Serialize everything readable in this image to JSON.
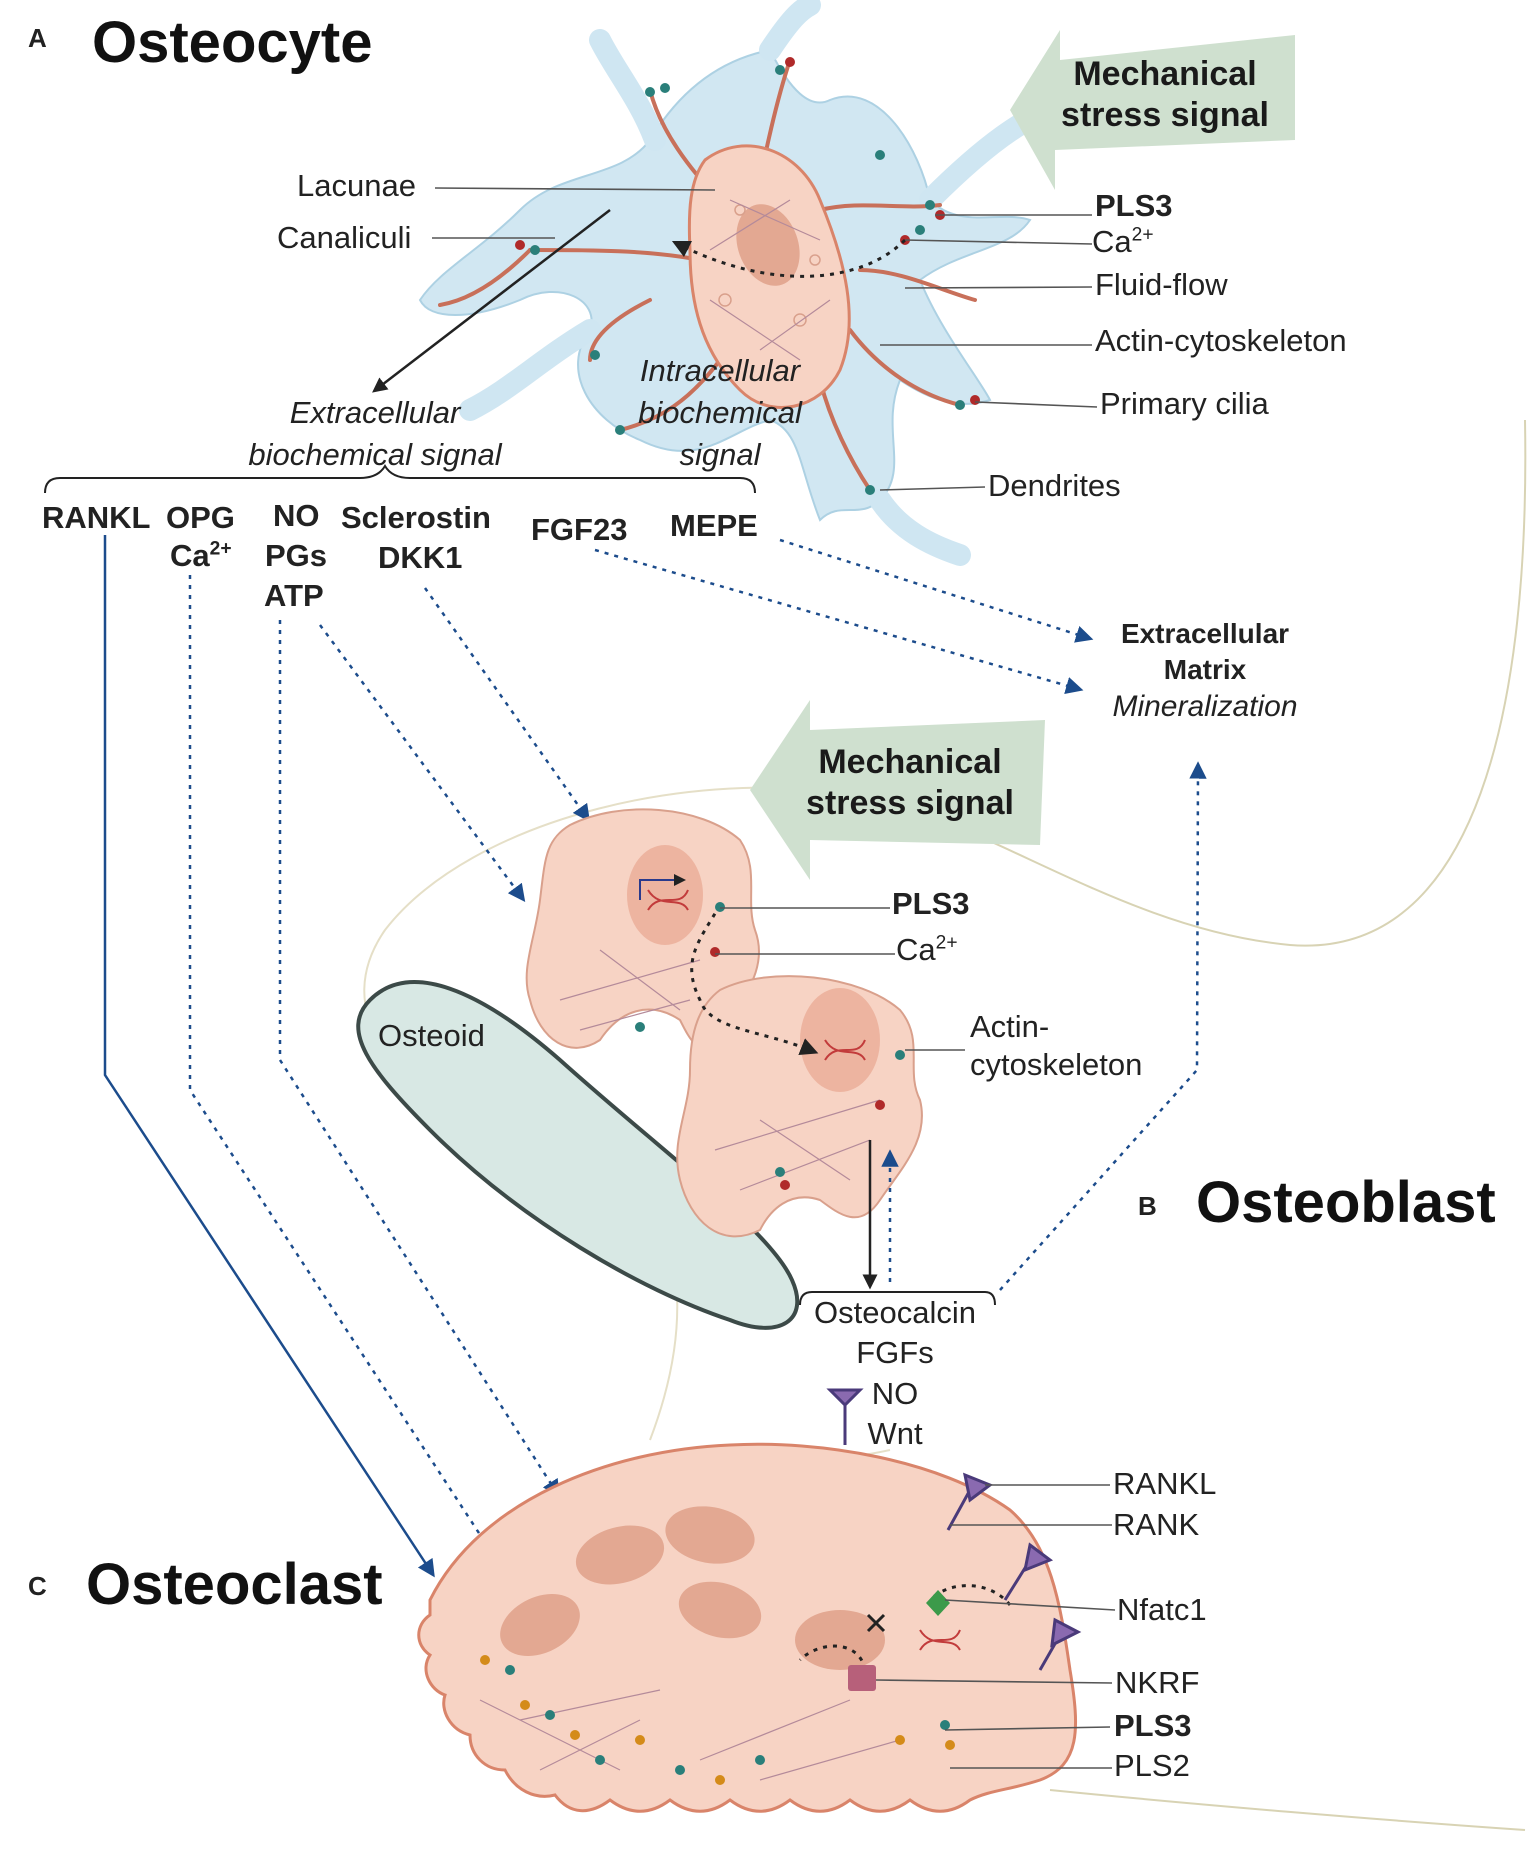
{
  "panel_a": {
    "letter": "A",
    "title": "Osteocyte",
    "stress_signal": [
      "Mechanical",
      "stress signal"
    ],
    "labels_left": {
      "lacunae": "Lacunae",
      "canaliculi": "Canaliculi"
    },
    "labels_right": {
      "pls3": "PLS3",
      "ca_base": "Ca",
      "ca_sup": "2+",
      "fluid_flow": "Fluid-flow",
      "actin": "Actin-cytoskeleton",
      "primary_cilia": "Primary cilia",
      "dendrites": "Dendrites"
    },
    "intracellular_signal": [
      "Intracellular",
      "biochemical",
      "signal"
    ],
    "extracellular_signal": [
      "Extracellular",
      "biochemical signal"
    ]
  },
  "signals": {
    "rankl": "RANKL",
    "opg": "OPG",
    "ca_base": "Ca",
    "ca_sup": "2+",
    "no": "NO",
    "pgs": "PGs",
    "atp": "ATP",
    "sclerostin": "Sclerostin",
    "dkk1": "DKK1",
    "fgf23": "FGF23",
    "mepe": "MEPE"
  },
  "ecm": {
    "line1": "Extracellular",
    "line2": "Matrix",
    "line3": "Mineralization"
  },
  "panel_b": {
    "letter": "B",
    "title": "Osteoblast",
    "stress_signal": [
      "Mechanical",
      "stress signal"
    ],
    "pls3": "PLS3",
    "ca_base": "Ca",
    "ca_sup": "2+",
    "actin": [
      "Actin-",
      "cytoskeleton"
    ],
    "osteoid": "Osteoid",
    "outputs": [
      "Osteocalcin",
      "FGFs",
      "NO",
      "Wnt"
    ]
  },
  "panel_c": {
    "letter": "C",
    "title": "Osteoclast",
    "rankl": "RANKL",
    "rank": "RANK",
    "nfatc1": "Nfatc1",
    "nkrf": "NKRF",
    "pls3": "PLS3",
    "pls2": "PLS2"
  },
  "colors": {
    "cell_fill": "#f7d3c4",
    "cell_stroke": "#d9846a",
    "lacuna": "#cfe6f2",
    "arrow_blue": "#1c4c8c",
    "stress_green": "#cfe0cf",
    "osteoid": "#d8e8e4"
  }
}
